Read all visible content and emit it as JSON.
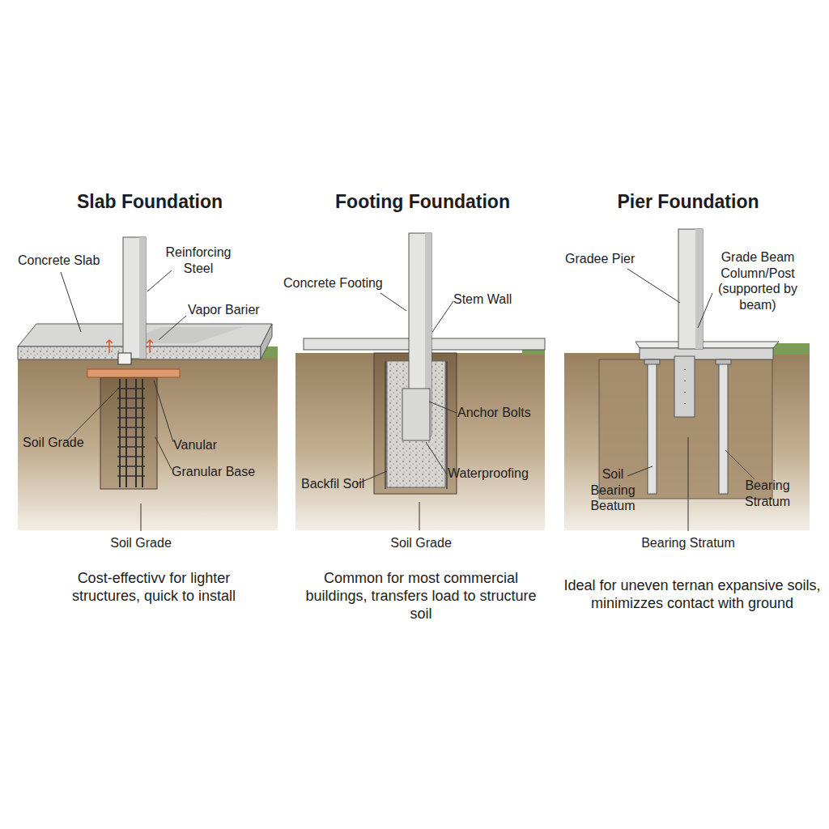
{
  "diagram": {
    "labels": [
      "Slab Foundation",
      "Concrete Slab",
      "Reinforcing Steel",
      "Vapor Barier",
      "Soil Grade",
      "Vanular",
      "Granular Base",
      "Soil Grade",
      "Cost-effectivv for lighter structures, quick to install",
      "Footing Foundation",
      "Concrete Footing",
      "Stem Wall",
      "Anchor Bolts",
      "Backfil Soil",
      "Waterproofing",
      "Soil Grade",
      "Common for most commercial buildings, transfers load to structure soil",
      "Pier Foundation",
      "Gradee Pier",
      "Grade Beam Column/Post (supported by beam)",
      "Soil Bearing Beatum",
      "Bearing Stratum",
      "Bearing Stratum",
      "Ideal for uneven ternan expansive soils, minimizzes contact with ground"
    ]
  }
}
